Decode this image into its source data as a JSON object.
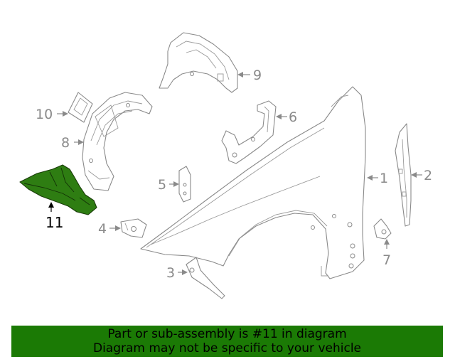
{
  "callouts": {
    "c1": "1",
    "c2": "2",
    "c3": "3",
    "c4": "4",
    "c5": "5",
    "c6": "6",
    "c7": "7",
    "c8": "8",
    "c9": "9",
    "c10": "10",
    "c11": "11"
  },
  "highlight_part": "11",
  "colors": {
    "highlight": "#2e7d12",
    "banner": "#1b7a05",
    "line": "#8a8a8a"
  },
  "banner": {
    "line1": "Part or sub-assembly is #11 in diagram",
    "line2": "Diagram may not be specific to your vehicle"
  }
}
